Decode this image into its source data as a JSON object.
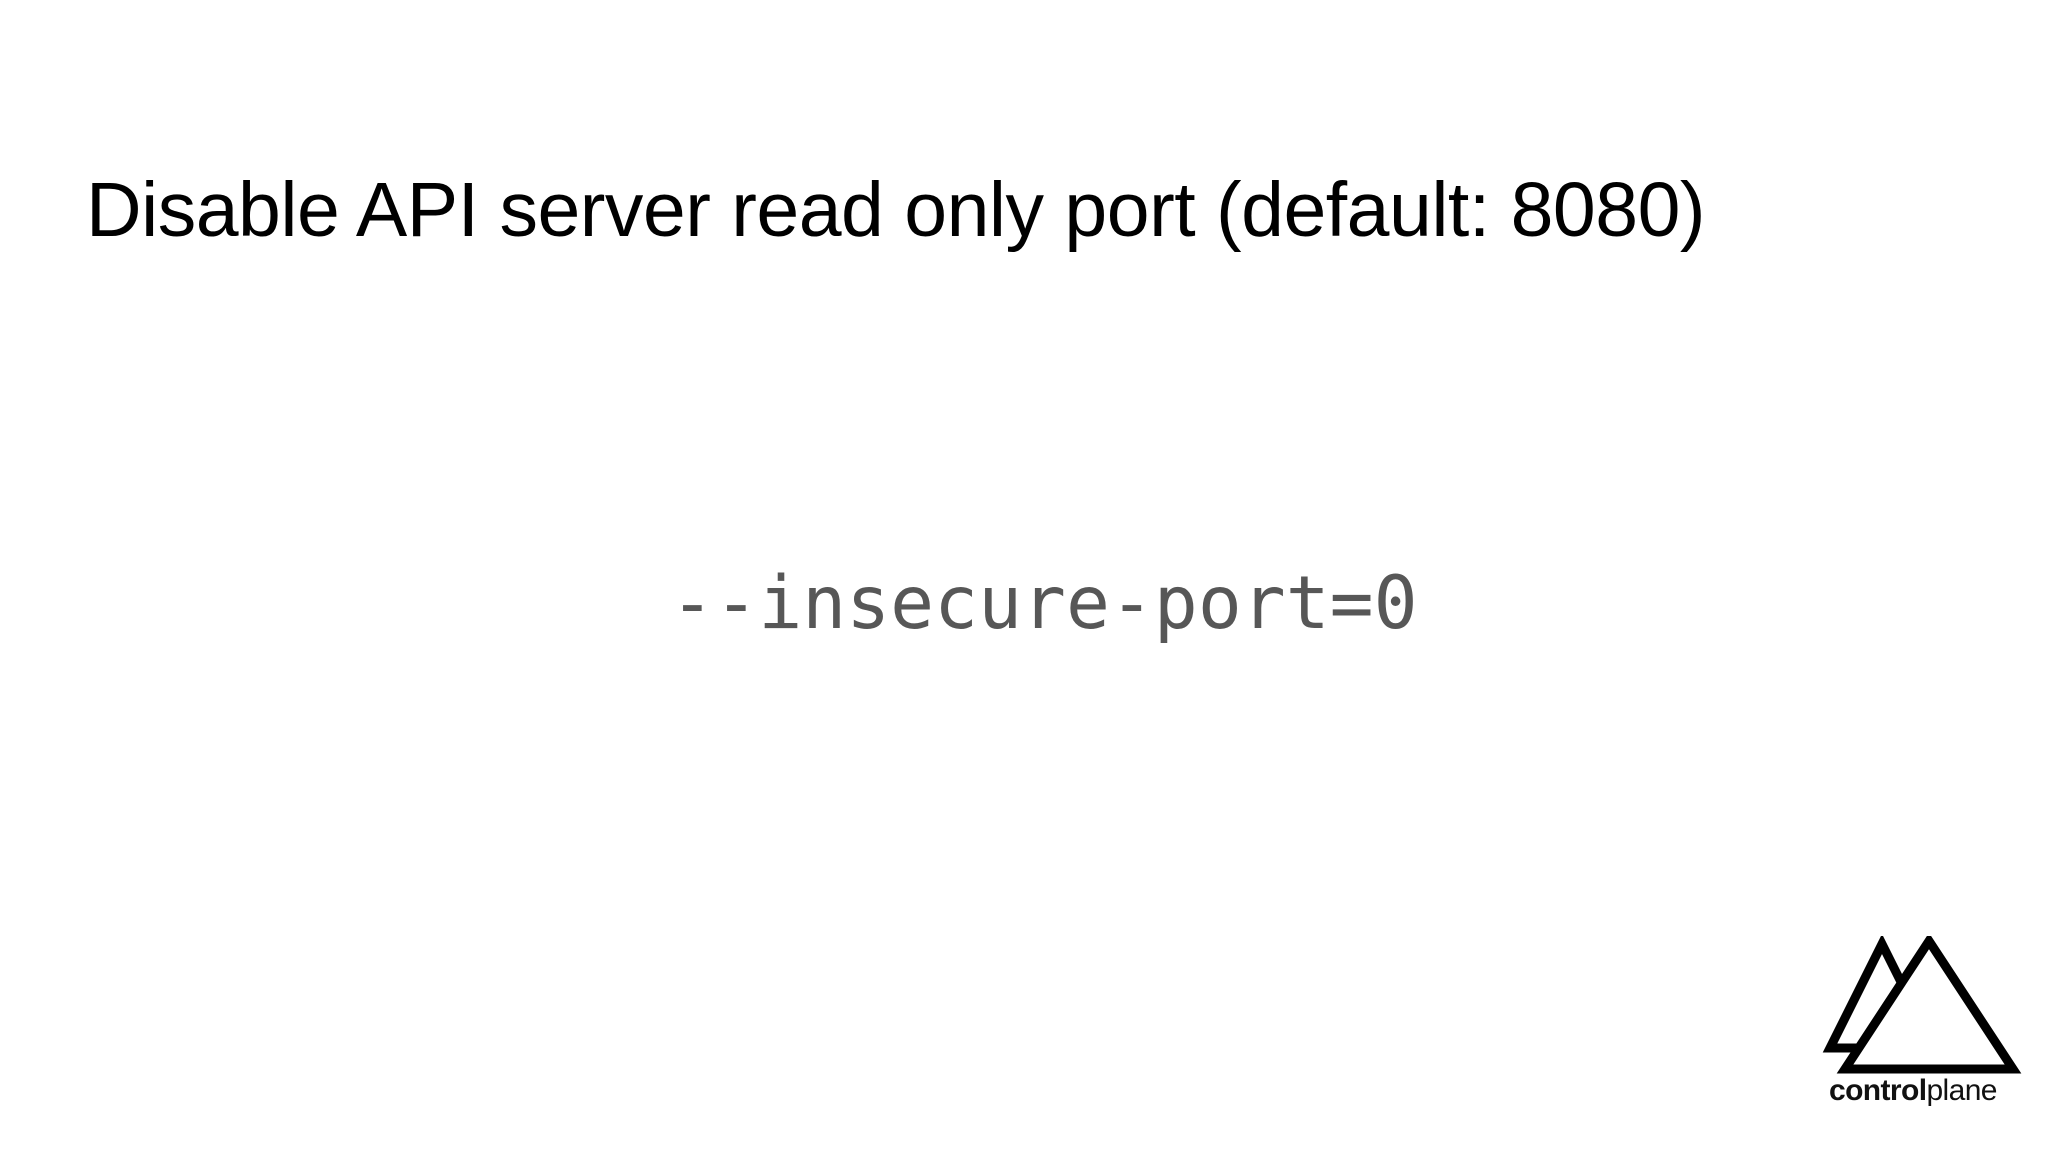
{
  "slide": {
    "background_color": "#ffffff",
    "title": "Disable API server read only port (default: 8080)",
    "title_color": "#000000",
    "code": "--insecure-port=0",
    "code_color": "#575757"
  },
  "logo": {
    "name": "controlplane-logo",
    "mark_icon": "two-mountain-triangles-icon",
    "mark_color": "#000000",
    "wordmark_bold": "control",
    "wordmark_light": "plane",
    "wordmark_color": "#111111"
  }
}
